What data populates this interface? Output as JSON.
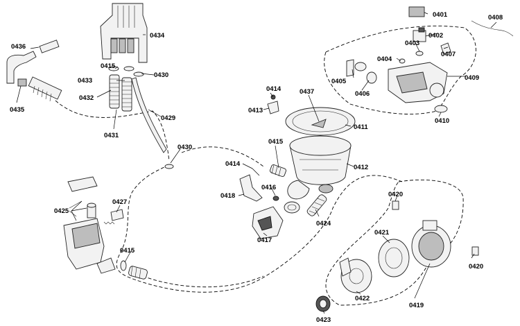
{
  "labels": {
    "0401": "0401",
    "0402": "0402",
    "0403": "0403",
    "0404": "0404",
    "0405": "0405",
    "0406": "0406",
    "0407": "0407",
    "0408": "0408",
    "0409": "0409",
    "0410": "0410",
    "0411": "0411",
    "0412": "0412",
    "0413": "0413",
    "0414a": "0414",
    "0414b": "0414",
    "0415a": "0415",
    "0415b": "0415",
    "0415c": "0415",
    "0416": "0416",
    "0417": "0417",
    "0418": "0418",
    "0419": "0419",
    "0420a": "0420",
    "0420b": "0420",
    "0421": "0421",
    "0422": "0422",
    "0423": "0423",
    "0424": "0424",
    "0425": "0425",
    "0427": "0427",
    "0429": "0429",
    "0430a": "0430",
    "0430b": "0430",
    "0431": "0431",
    "0432": "0432",
    "0433": "0433",
    "0434": "0434",
    "0435": "0435",
    "0436": "0436",
    "0437": "0437"
  }
}
